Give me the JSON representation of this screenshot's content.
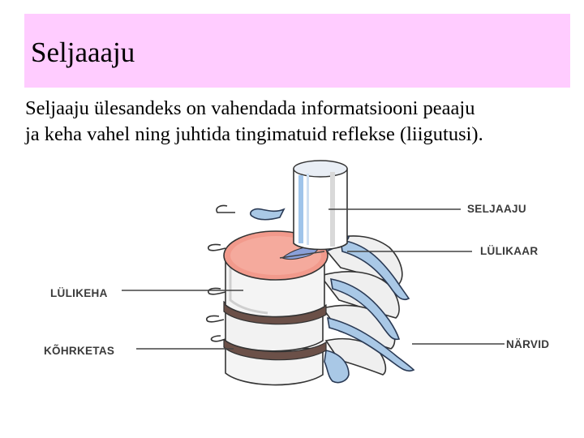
{
  "slide": {
    "title": "Seljaaaju",
    "body_lines": [
      "Seljaaju ülesandeks on vahendada informatsiooni peaaju",
      "ja keha vahel ning juhtida tingimatuid reflekse (liigutusi)."
    ]
  },
  "diagram": {
    "labels": {
      "spinal_cord": "SELJAAJU",
      "vertebral_arch": "LÜLIKAAR",
      "vertebral_body": "LÜLIKEHA",
      "intervertebral_disc": "KÕHRKETAS",
      "nerves": "NÄRVID"
    },
    "colors": {
      "title_background": "#ffccff",
      "vertebra_top": "#f29a8c",
      "nerve": "#a9c8e6",
      "disc": "#6b5048",
      "bone_shading": "#dcdcdc"
    }
  }
}
